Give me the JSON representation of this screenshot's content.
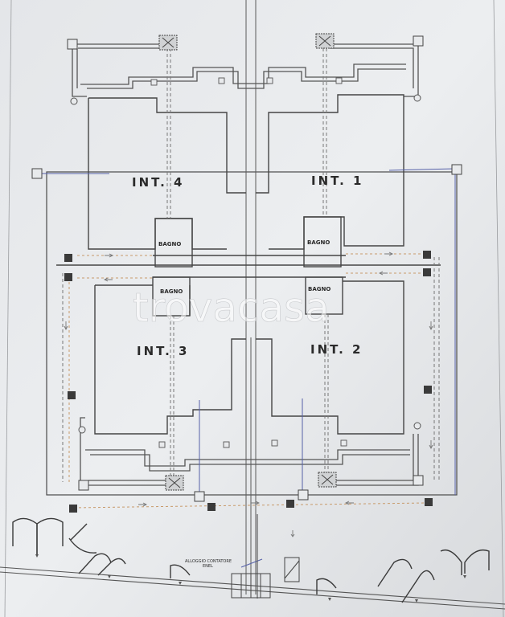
{
  "units": [
    {
      "id": "int-4",
      "label": "INT. 4"
    },
    {
      "id": "int-1",
      "label": "INT. 1"
    },
    {
      "id": "int-3",
      "label": "INT. 3"
    },
    {
      "id": "int-2",
      "label": "INT. 2"
    }
  ],
  "bathrooms": [
    {
      "id": "bagno-nw",
      "label": "BAGNO"
    },
    {
      "id": "bagno-ne",
      "label": "BAGNO"
    },
    {
      "id": "bagno-sw",
      "label": "BAGNO"
    },
    {
      "id": "bagno-se",
      "label": "BAGNO"
    }
  ],
  "annotations": {
    "meter_housing_line1": "ALLOGGIO CONTATORE",
    "meter_housing_line2": "ENEL"
  },
  "watermark": "trovacasa",
  "colors": {
    "paper": "#e8eaec",
    "wall": "#555555",
    "dark_marker": "#3a3a3a",
    "blue_line": "#5560a8",
    "orange_dash": "#c89a6a"
  }
}
